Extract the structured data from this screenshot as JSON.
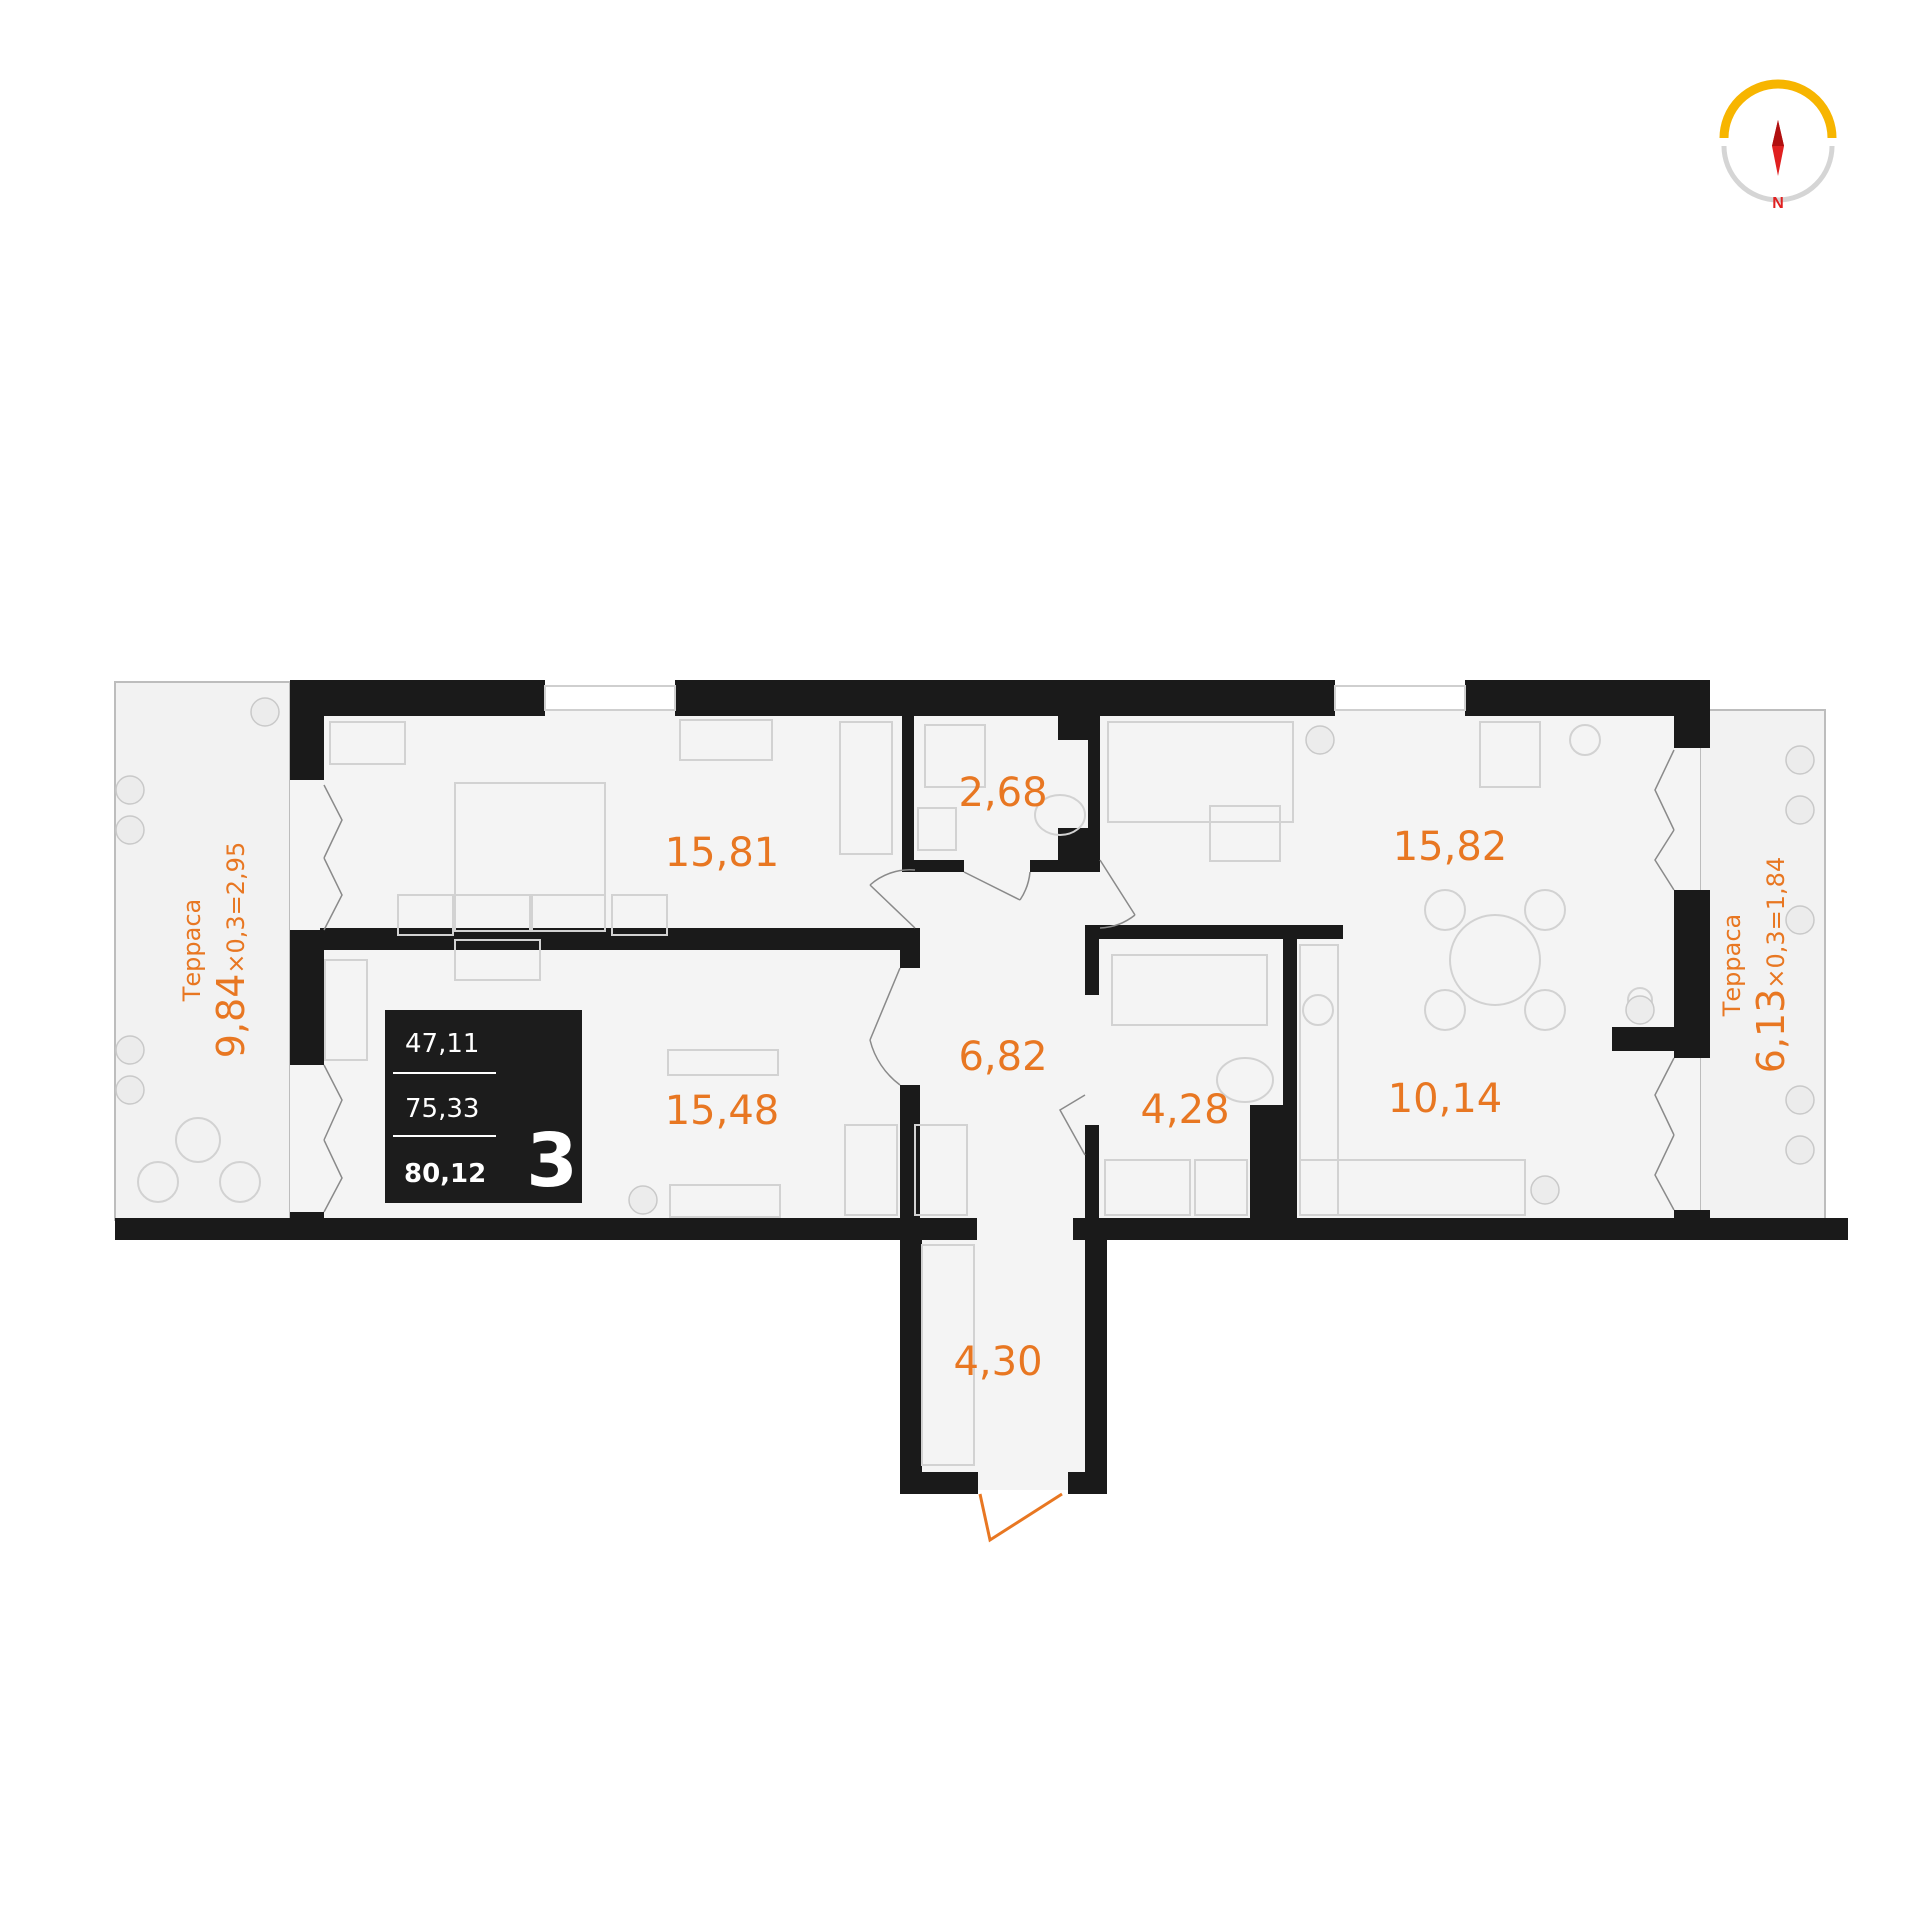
{
  "summary": {
    "living_area": "47,11",
    "area_without_terraces": "75,33",
    "total_area": "80,12",
    "rooms_count": "3"
  },
  "compass": {
    "label": "N",
    "accent": "#f7b500",
    "arrow": "#e02020"
  },
  "rooms": {
    "bedroom_top": "15,81",
    "bathroom_small": "2,68",
    "living_room": "15,82",
    "bedroom_bottom": "15,48",
    "hall": "6,82",
    "bathroom": "4,28",
    "kitchen": "10,14",
    "entrance": "4,30"
  },
  "terraces": {
    "left": {
      "name": "Терраса",
      "formula_big": "9,84",
      "formula_rest": "×0,3=2,95"
    },
    "right": {
      "name": "Терраса",
      "formula_big": "6,13",
      "formula_rest": "×0,3=1,84"
    }
  },
  "colors": {
    "accent": "#e87722",
    "wall": "#1a1a1a",
    "floor": "#f2f2f2"
  }
}
